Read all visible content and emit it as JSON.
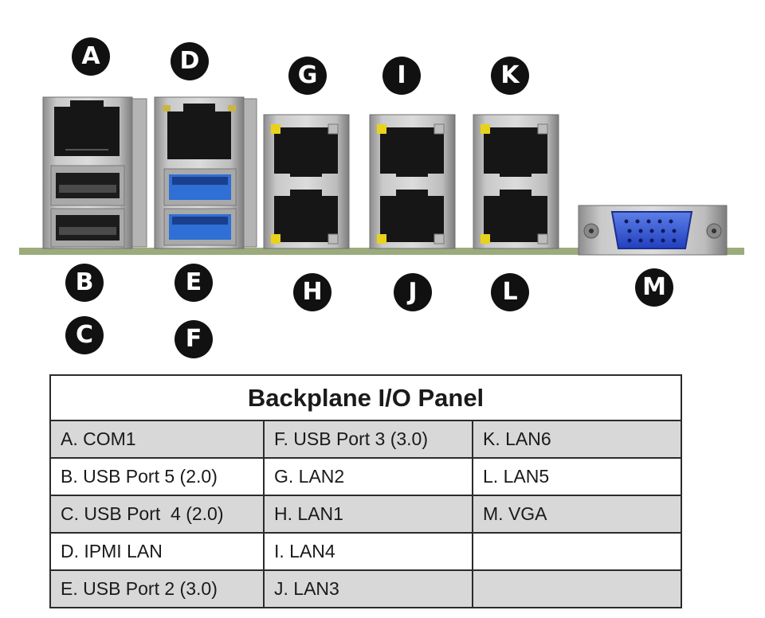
{
  "callouts": {
    "A": "A",
    "B": "B",
    "C": "C",
    "D": "D",
    "E": "E",
    "F": "F",
    "G": "G",
    "H": "H",
    "I": "I",
    "J": "J",
    "K": "K",
    "L": "L",
    "M": "M"
  },
  "table": {
    "title": "Backplane I/O Panel",
    "rows": [
      [
        "A. COM1",
        "F. USB Port 3 (3.0)",
        "K. LAN6"
      ],
      [
        "B. USB Port 5 (2.0)",
        "G. LAN2",
        "L. LAN5"
      ],
      [
        "C. USB Port  4 (2.0)",
        "H. LAN1",
        "M. VGA"
      ],
      [
        "D. IPMI LAN",
        "I. LAN4",
        ""
      ],
      [
        "E. USB Port 2 (3.0)",
        "J. LAN3",
        ""
      ]
    ]
  },
  "colors": {
    "usb3_blue": "#2f6fd6",
    "vga_blue": "#2e4fd0",
    "led_yellow": "#e8d21c",
    "pcb_green": "#9bab7c"
  }
}
